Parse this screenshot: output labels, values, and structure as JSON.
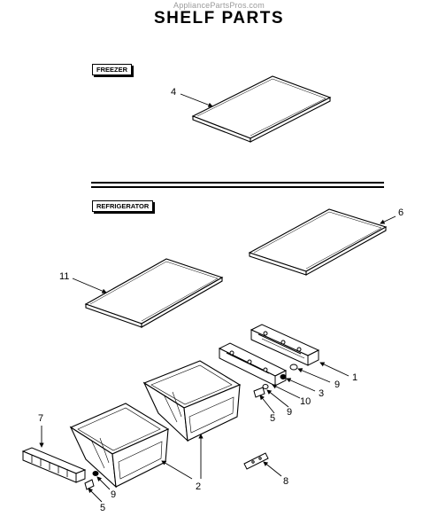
{
  "header": {
    "watermark": "AppliancePartsPros.com",
    "title": "SHELF PARTS"
  },
  "sections": {
    "freezer": "FREEZER",
    "refrigerator": "REFRIGERATOR"
  },
  "callouts": {
    "c4": "4",
    "c6": "6",
    "c11": "11",
    "c1": "1",
    "c9a": "9",
    "c3": "3",
    "c10": "10",
    "c9b": "9",
    "c5a": "5",
    "c7": "7",
    "c9c": "9",
    "c5b": "5",
    "c2": "2",
    "c8": "8"
  }
}
